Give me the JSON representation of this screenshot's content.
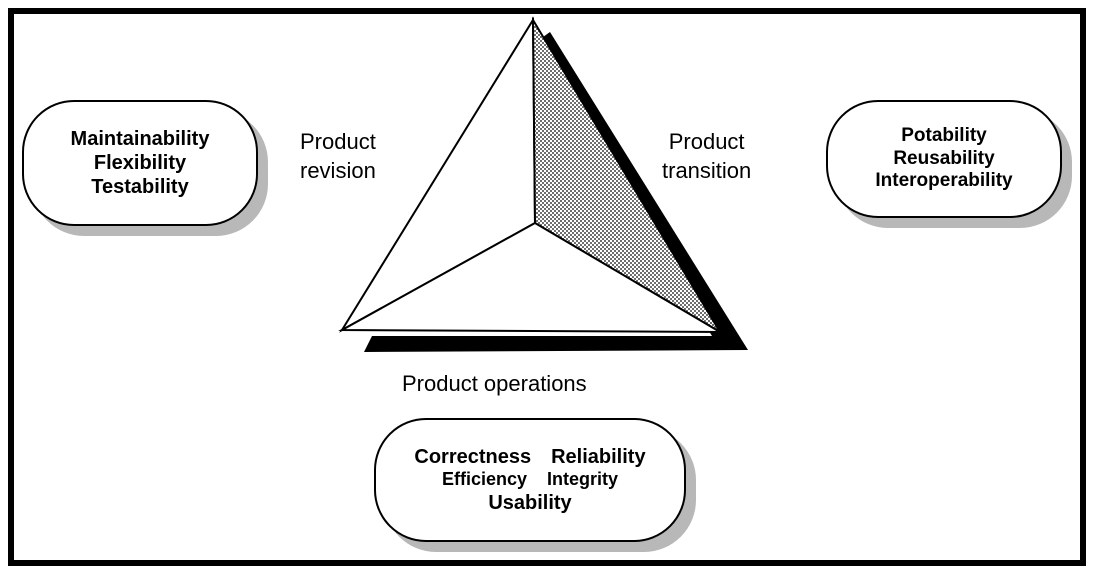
{
  "frame": {
    "border_color": "#000000",
    "background": "#ffffff"
  },
  "colors": {
    "shaded_face": "#a8a8a8",
    "shadow": "#b8b8b8",
    "line": "#000000"
  },
  "labels": {
    "product_revision": [
      "Product",
      "revision"
    ],
    "product_transition": [
      "Product",
      "transition"
    ],
    "product_operations": "Product operations"
  },
  "revision_box": {
    "items": [
      "Maintainability",
      "Flexibility",
      "Testability"
    ]
  },
  "transition_box": {
    "items": [
      "Potability",
      "Reusability",
      "Interoperability"
    ]
  },
  "operations_box": {
    "row1": [
      "Correctness",
      "Reliability"
    ],
    "row2": [
      "Efficiency",
      "Integrity"
    ],
    "row3": "Usability"
  }
}
